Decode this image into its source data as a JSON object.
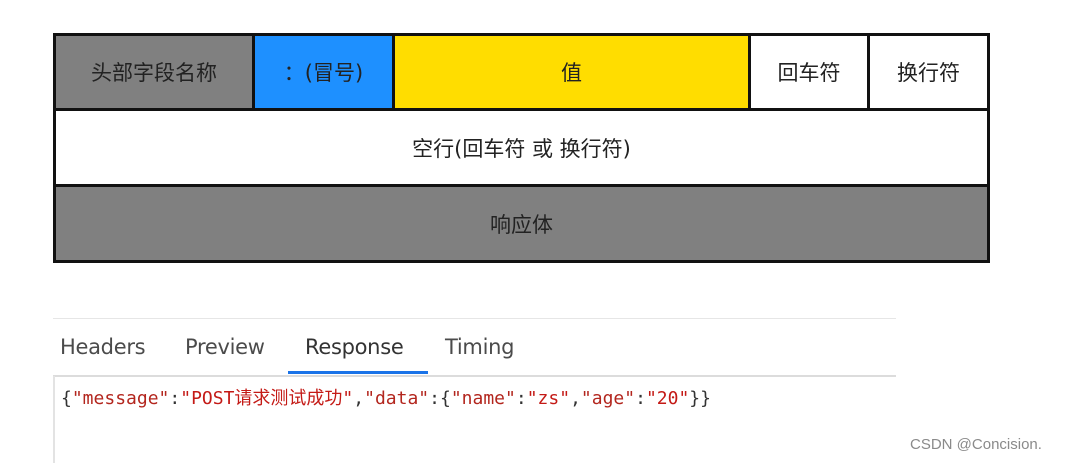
{
  "diagram": {
    "row1": [
      {
        "label": "头部字段名称",
        "color": "#808080"
      },
      {
        "label": "：(冒号)",
        "color": "#1e90ff"
      },
      {
        "label": "值",
        "color": "#ffdd00"
      },
      {
        "label": "回车符",
        "color": "#ffffff"
      },
      {
        "label": "换行符",
        "color": "#ffffff"
      }
    ],
    "row2": {
      "label": "空行(回车符 或 换行符)",
      "color": "#ffffff"
    },
    "row3": {
      "label": "响应体",
      "color": "#808080"
    }
  },
  "devtools": {
    "tabs": [
      {
        "label": "Headers",
        "active": false
      },
      {
        "label": "Preview",
        "active": false
      },
      {
        "label": "Response",
        "active": true
      },
      {
        "label": "Timing",
        "active": false
      }
    ],
    "accent": "#1a73e8",
    "response": {
      "brace_open": "{",
      "key_message": "\"message\"",
      "colon": ":",
      "value_message": "\"POST请求测试成功\"",
      "comma": ",",
      "key_data": "\"data\"",
      "inner_open": "{",
      "key_name": "\"name\"",
      "value_name": "\"zs\"",
      "key_age": "\"age\"",
      "value_age": "\"20\"",
      "braces_close": "}}"
    }
  },
  "watermark": "CSDN @Concision."
}
